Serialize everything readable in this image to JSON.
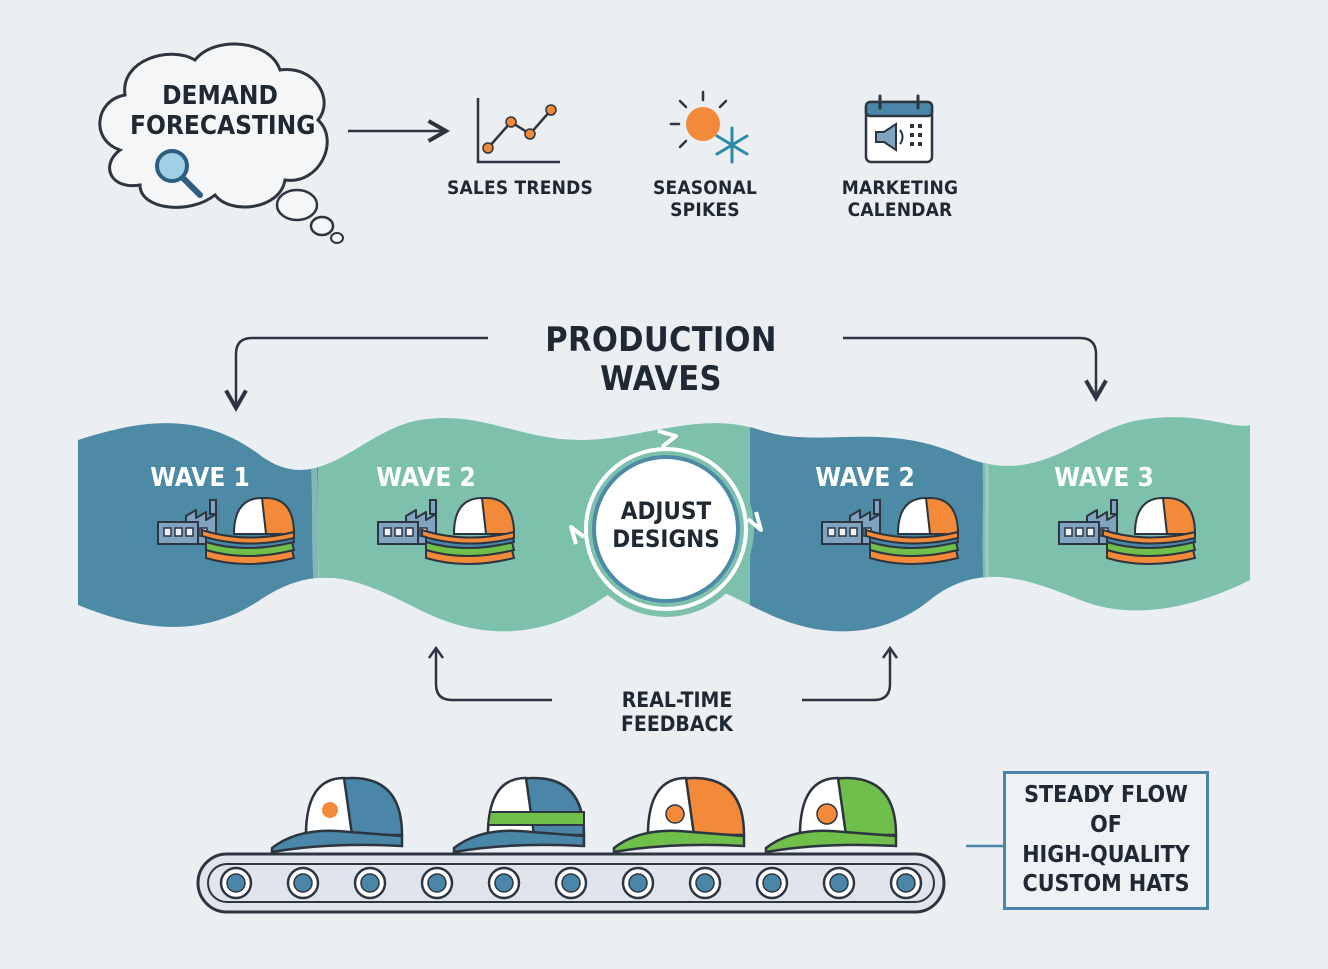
{
  "forecast": {
    "title": "Demand\nForecasting",
    "inputs": [
      {
        "label": "Sales Trends",
        "icon": "line-chart-icon"
      },
      {
        "label": "Seasonal\nSpikes",
        "icon": "sun-snowflake-icon"
      },
      {
        "label": "Marketing\nCalendar",
        "icon": "calendar-megaphone-icon"
      }
    ]
  },
  "production": {
    "title": "Production Waves",
    "waves": [
      {
        "label": "Wave 1"
      },
      {
        "label": "Wave 2"
      },
      {
        "label": "Wave 2"
      },
      {
        "label": "Wave 3"
      }
    ],
    "center": {
      "label": "Adjust\nDesigns"
    },
    "feedback": {
      "label": "Real-Time Feedback"
    }
  },
  "output": {
    "label": "Steady Flow of\nHigh-Quality\nCustom Hats"
  },
  "colors": {
    "teal_dark": "#4c8aa6",
    "teal_light": "#7dc1ad",
    "orange": "#f28a3a",
    "green": "#6fbf4a",
    "blue": "#4a86a8",
    "ink": "#2d3540",
    "background": "#eceff2"
  }
}
